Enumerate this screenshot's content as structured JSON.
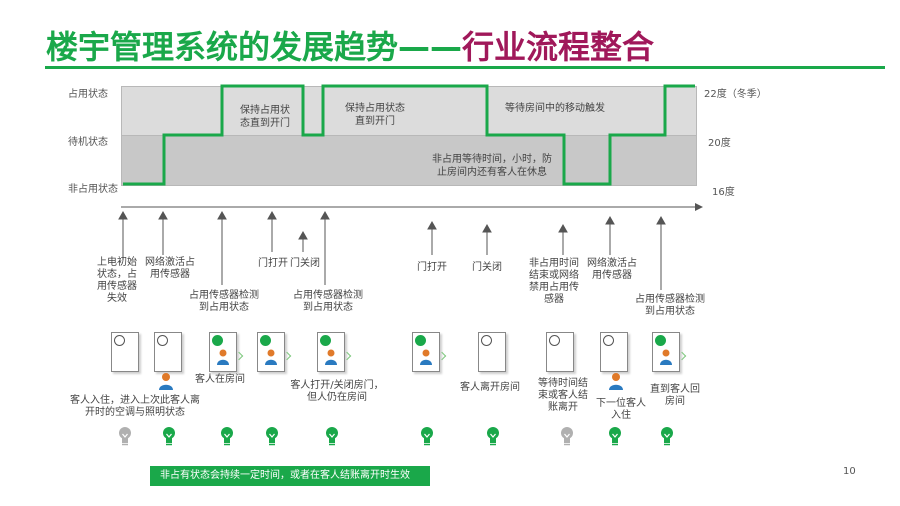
{
  "title": {
    "part1": "楼宇管理系统的发展趋势——",
    "part2": "行业流程整合"
  },
  "states": {
    "occupied": "占用状态",
    "standby": "待机状态",
    "unoccupied": "非占用状态"
  },
  "temps": {
    "high": "22度（冬季）",
    "mid": "20度",
    "low": "16度"
  },
  "band_notes": {
    "keep1": "保持占用状\n态直到开门",
    "keep2": "保持占用状态\n直到开门",
    "wait_move": "等待房间中的移动触发",
    "unocc_wait": "非占用等待时间，小时，防\n止房间内还有客人在休息"
  },
  "events": {
    "e1": "上电初始\n状态，占\n用传感器\n失效",
    "e2": "网络激活占\n用传感器",
    "e3": "占用传感器检测\n到占用状态",
    "e4": "门打开",
    "e5": "门关闭",
    "e6": "占用传感器检测\n到占用状态",
    "e7": "门打开",
    "e8": "门关闭",
    "e9": "非占用时间\n结束或网络\n禁用占用传\n感器",
    "e10": "网络激活占\n用传感器",
    "e11": "占用传感器检测\n到占用状态"
  },
  "captions": {
    "c1": "客人入住，进入上次此客人离\n开时的空调与照明状态",
    "c2": "客人在房间",
    "c3": "客人打开/关闭房门，\n但人仍在房间",
    "c4": "客人离开房间",
    "c5": "等待时间结\n束或客人结\n账离开",
    "c6": "下一位客人\n入住",
    "c7": "直到客人回\n房间"
  },
  "cards": [
    {
      "on": false,
      "person": false
    },
    {
      "on": false,
      "person": false
    },
    {
      "on": true,
      "person": true
    },
    {
      "on": true,
      "person": true
    },
    {
      "on": true,
      "person": true
    },
    {
      "on": true,
      "person": true
    },
    {
      "on": false,
      "person": false
    },
    {
      "on": false,
      "person": false
    },
    {
      "on": false,
      "person": false
    },
    {
      "on": true,
      "person": true
    }
  ],
  "bulbs": [
    "off",
    "on",
    "on",
    "on",
    "on",
    "on",
    "on",
    "off",
    "on",
    "on"
  ],
  "footer": "非占有状态会持续一定时间，或者在客人结账离开时生效",
  "page_number": "10",
  "colors": {
    "green": "#1aa84a",
    "magenta": "#a0185a",
    "bulb_off": "#b0b0b0",
    "person": "#e07a2a"
  }
}
